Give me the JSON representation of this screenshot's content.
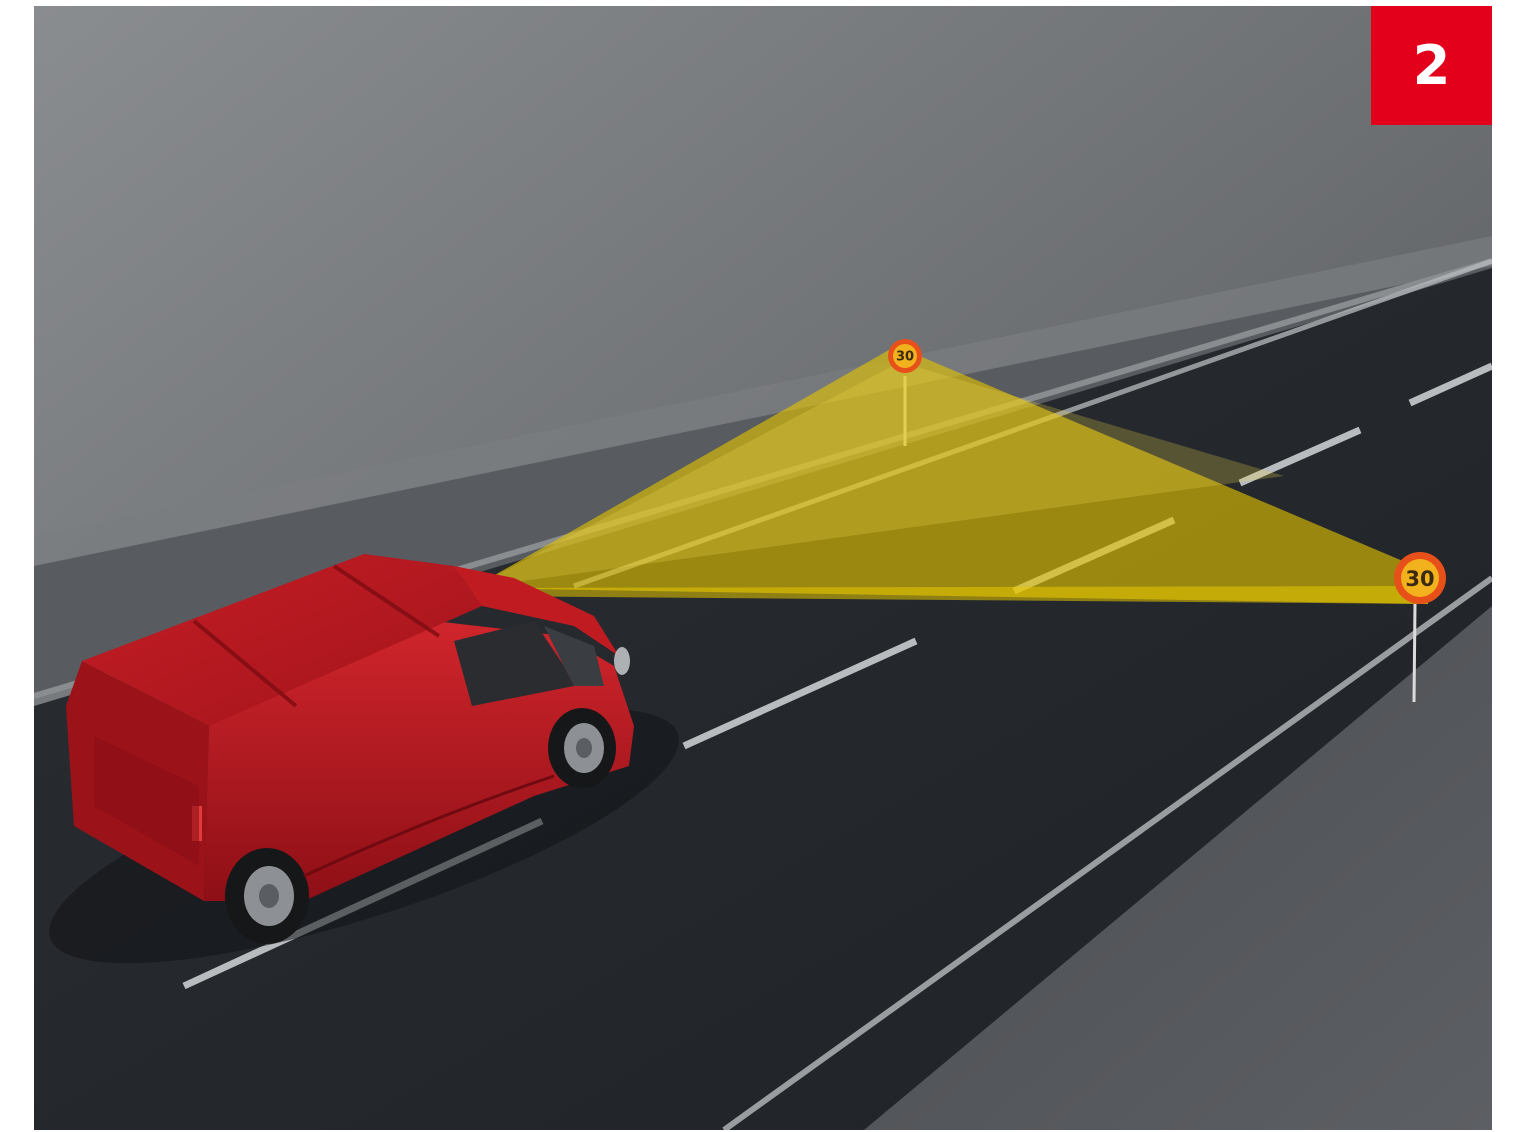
{
  "badge": {
    "number": "2",
    "color": "#e2001a"
  },
  "signs": [
    {
      "text": "30"
    },
    {
      "text": "30"
    }
  ],
  "colors": {
    "van": "#b3141d",
    "beam": "#e3c400",
    "sign_ring": "#e8501a",
    "sign_fill": "#f2b21d",
    "road": "#22262b",
    "wall": "#6a6d70"
  },
  "scene": {
    "subject": "van",
    "icons": [
      "camera-beam",
      "speed-limit-sign"
    ]
  }
}
